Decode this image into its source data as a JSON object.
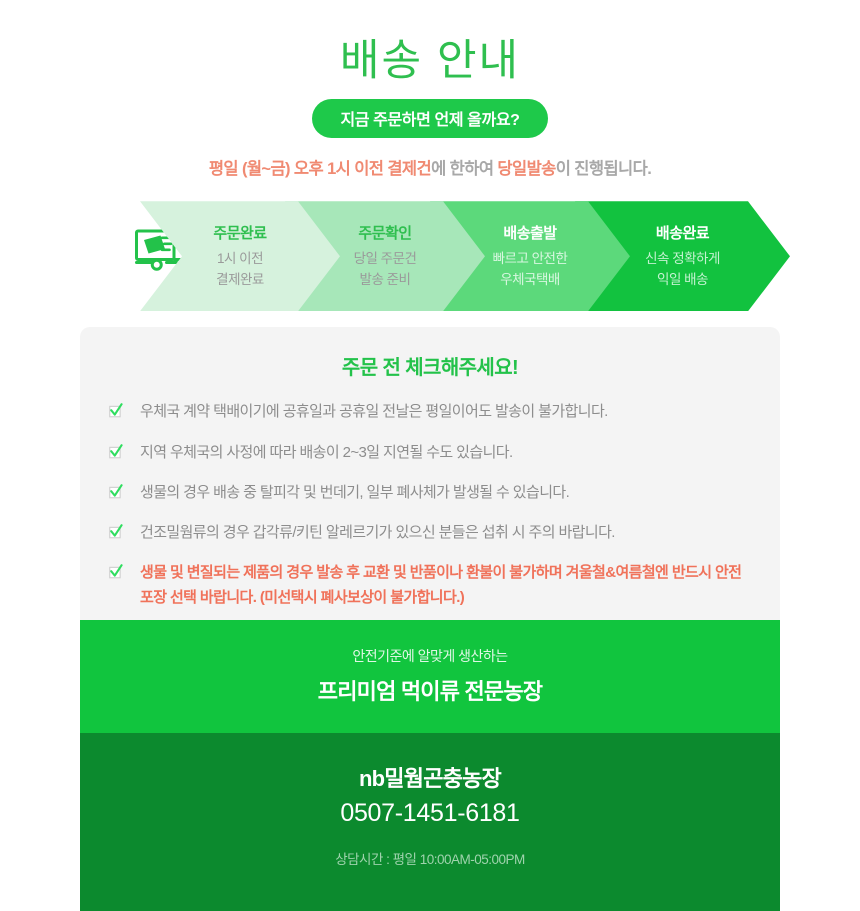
{
  "header": {
    "title": "배송 안내",
    "badge": "지금 주문하면 언제 올까요?",
    "subtitle": {
      "part1": "평일 (월~금) 오후 1시 이전 결제건",
      "part2": "에 한하여 ",
      "part3": "당일발송",
      "part4": "이 진행됩니다."
    }
  },
  "steps": {
    "truck_icon": "delivery-truck-icon",
    "items": [
      {
        "title": "주문완료",
        "line1": "1시 이전",
        "line2": "결제완료",
        "color": "#d6f2dd"
      },
      {
        "title": "주문확인",
        "line1": "당일 주문건",
        "line2": "발송 준비",
        "color": "#a7e7b9"
      },
      {
        "title": "배송출발",
        "line1": "빠르고 안전한",
        "line2": "우체국택배",
        "color": "#5cd97b"
      },
      {
        "title": "배송완료",
        "line1": "신속 정확하게",
        "line2": "익일 배송",
        "color": "#12c23f"
      }
    ]
  },
  "checklist": {
    "title": "주문 전 체크해주세요!",
    "check_icon": "checkbox-checked-icon",
    "items": [
      {
        "text": "우체국 계약 택배이기에 공휴일과 공휴일 전날은 평일이어도 발송이 불가합니다.",
        "warn": false
      },
      {
        "text": "지역 우체국의 사정에 따라 배송이 2~3일 지연될 수도 있습니다.",
        "warn": false
      },
      {
        "text": "생물의 경우 배송 중 탈피각 및 번데기, 일부 폐사체가 발생될 수 있습니다.",
        "warn": false
      },
      {
        "text": "건조밀웜류의 경우 갑각류/키틴 알레르기가 있으신 분들은 섭취 시 주의 바랍니다.",
        "warn": false
      },
      {
        "text": "생물 및 변질되는 제품의 경우 발송 후 교환 및 반품이나 환불이 불가하며 겨울철&여름철엔 반드시 안전포장 선택 바랍니다. (미선택시 폐사보상이 불가합니다.)",
        "warn": true
      }
    ]
  },
  "footer": {
    "tagline": "안전기준에 알맞게 생산하는",
    "headline": "프리미엄 먹이류 전문농장",
    "brand": "nb밀웜곤충농장",
    "phone": "0507-1451-6181",
    "hours": "상담시간 : 평일 10:00AM-05:00PM"
  },
  "colors": {
    "brand_green": "#12c23f",
    "title_green": "#2fbf4f",
    "footer_top": "#11c53e",
    "footer_bottom": "#0c8a2e",
    "warn_orange": "#f0725a",
    "panel_gray": "#f4f4f4"
  }
}
